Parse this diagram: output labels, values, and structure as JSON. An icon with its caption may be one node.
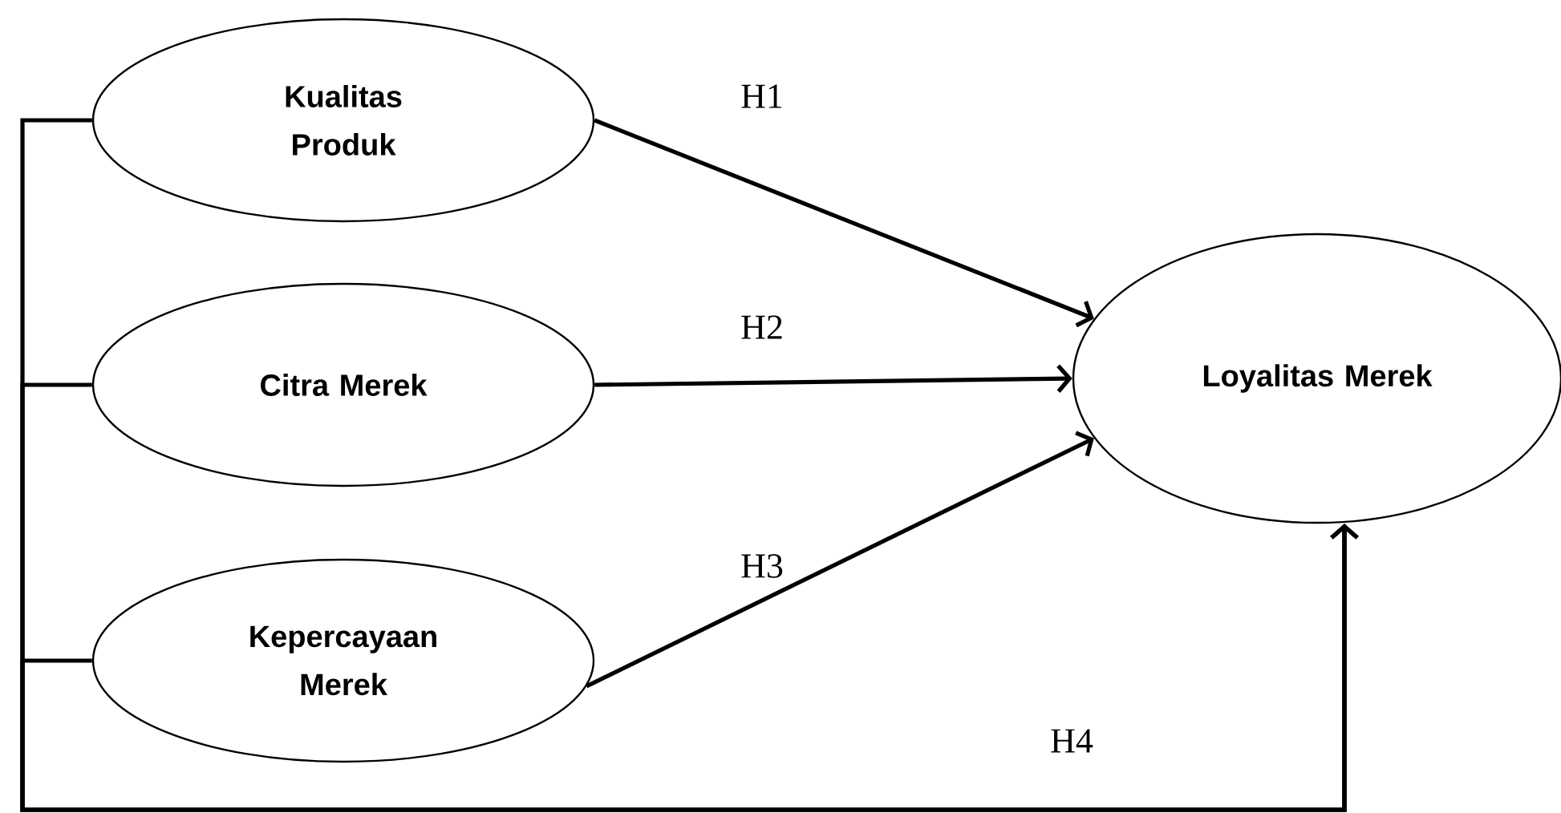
{
  "diagram": {
    "nodes": [
      {
        "text": [
          "Kualitas Produk"
        ]
      },
      {
        "text": [
          "Citra Merek"
        ]
      },
      {
        "text": [
          "Kepercayaan Merek"
        ]
      },
      {
        "text": [
          "Loyalitas Merek"
        ]
      }
    ],
    "edges": [
      {
        "from": 0,
        "to": 3,
        "arrow": "to",
        "label": "H1"
      },
      {
        "from": 1,
        "to": 3,
        "arrow": "to",
        "label": "H2"
      },
      {
        "from": 2,
        "to": 3,
        "arrow": "to",
        "label": "H3"
      },
      {
        "from": 0,
        "to": 3,
        "arrow": "to",
        "label": "H4"
      },
      {
        "from": 1,
        "to": 3,
        "arrow": "to"
      },
      {
        "from": 2,
        "to": 3,
        "arrow": "to"
      }
    ]
  }
}
